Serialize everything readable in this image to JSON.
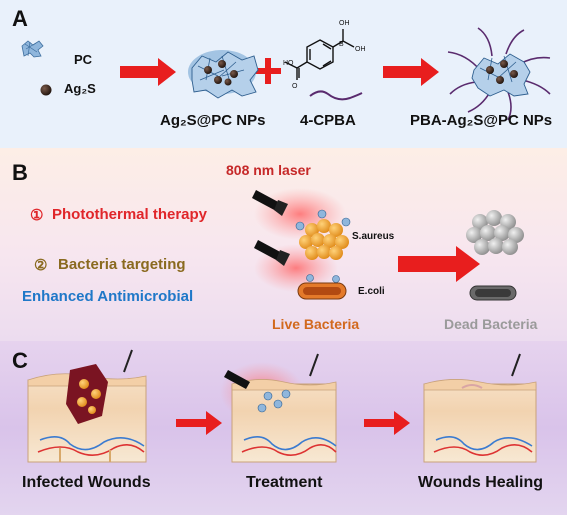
{
  "panels": {
    "a": {
      "letter": "A",
      "pc_label": "PC",
      "ag2s_label": "Ag₂S",
      "product1": "Ag₂S@PC NPs",
      "reagent": "4-CPBA",
      "product2": "PBA-Ag₂S@PC NPs",
      "boh_label": "B",
      "oh_top": "OH",
      "oh_side": "OH",
      "ho_label": "HO",
      "o_label": "O"
    },
    "b": {
      "letter": "B",
      "laser": "808 nm laser",
      "item1_num": "①",
      "item1": "Photothermal therapy",
      "item2_num": "②",
      "item2": "Bacteria targeting",
      "item3": "Enhanced Antimicrobial",
      "saureus": "S.aureus",
      "ecoli": "E.coli",
      "live": "Live Bacteria",
      "dead": "Dead Bacteria"
    },
    "c": {
      "letter": "C",
      "step1": "Infected Wounds",
      "step2": "Treatment",
      "step3": "Wounds Healing"
    }
  },
  "colors": {
    "arrow": "#e81e1e",
    "red_text": "#e0262a",
    "olive_text": "#8a6a1f",
    "blue_text": "#1f78c8",
    "orange_text": "#d2691e",
    "gray_text": "#9a9a9a",
    "laser_text": "#c62828"
  }
}
